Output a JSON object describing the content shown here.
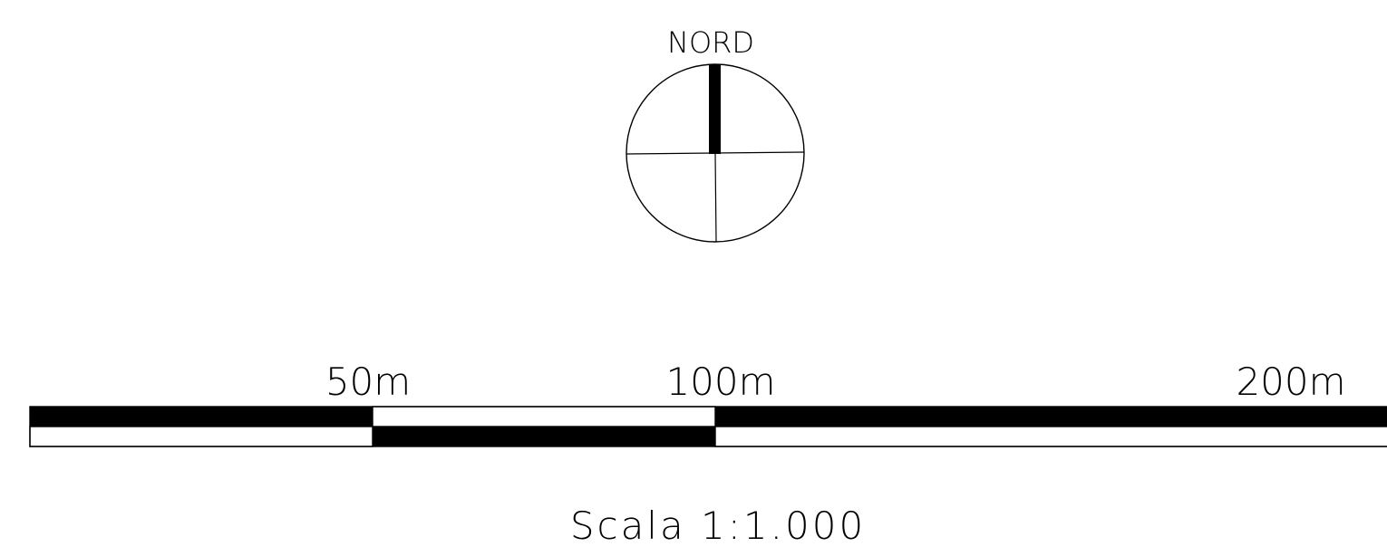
{
  "north_arrow": {
    "label": "NORD"
  },
  "scale_bar": {
    "tick_labels": [
      "50m",
      "100m",
      "200m"
    ],
    "caption": "Scala 1:1.000"
  },
  "colors": {
    "ink": "#000000",
    "paper": "#ffffff"
  }
}
